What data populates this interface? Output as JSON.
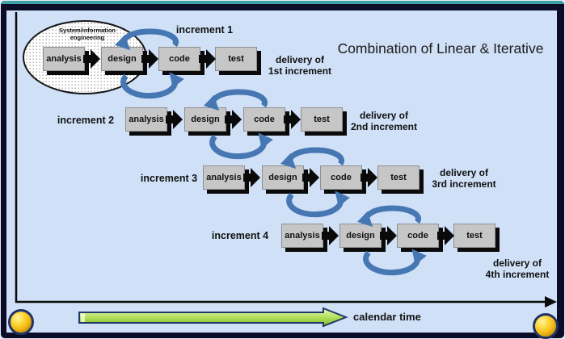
{
  "title": "Combination of Linear & Iterative",
  "ellipse": {
    "label": "System/information engineering"
  },
  "calendar": {
    "label": "calendar time"
  },
  "rows": [
    {
      "increment": "increment 1",
      "steps": [
        "analysis",
        "design",
        "code",
        "test"
      ],
      "delivery": [
        "delivery of",
        "1st increment"
      ]
    },
    {
      "increment": "increment 2",
      "steps": [
        "analysis",
        "design",
        "code",
        "test"
      ],
      "delivery": [
        "delivery of",
        "2nd increment"
      ]
    },
    {
      "increment": "increment 3",
      "steps": [
        "analysis",
        "design",
        "code",
        "test"
      ],
      "delivery": [
        "delivery of",
        "3rd increment"
      ]
    },
    {
      "increment": "increment 4",
      "steps": [
        "analysis",
        "design",
        "code",
        "test"
      ],
      "delivery": [
        "delivery of",
        "4th increment"
      ]
    }
  ],
  "icons": {
    "flow_arrow": "black right arrow",
    "iteration_loop": "blue circular iteration arrows",
    "timeline_axis": "L-shaped axis with right arrowhead",
    "calendar_arrow": "green right arrow",
    "corner_orb": "gold sphere"
  },
  "colors": {
    "background": "#cfe0f7",
    "frame": "#0b0d28",
    "frame_highlight": "#3f9fa2",
    "box_fill": "#c6c6c6",
    "box_shadow": "#0a0a0a",
    "loop_blue": "#4677b2",
    "arrow_black": "#0a0a0a",
    "calendar_green": "#a8d84e",
    "ball_gold": "#f0b712"
  }
}
